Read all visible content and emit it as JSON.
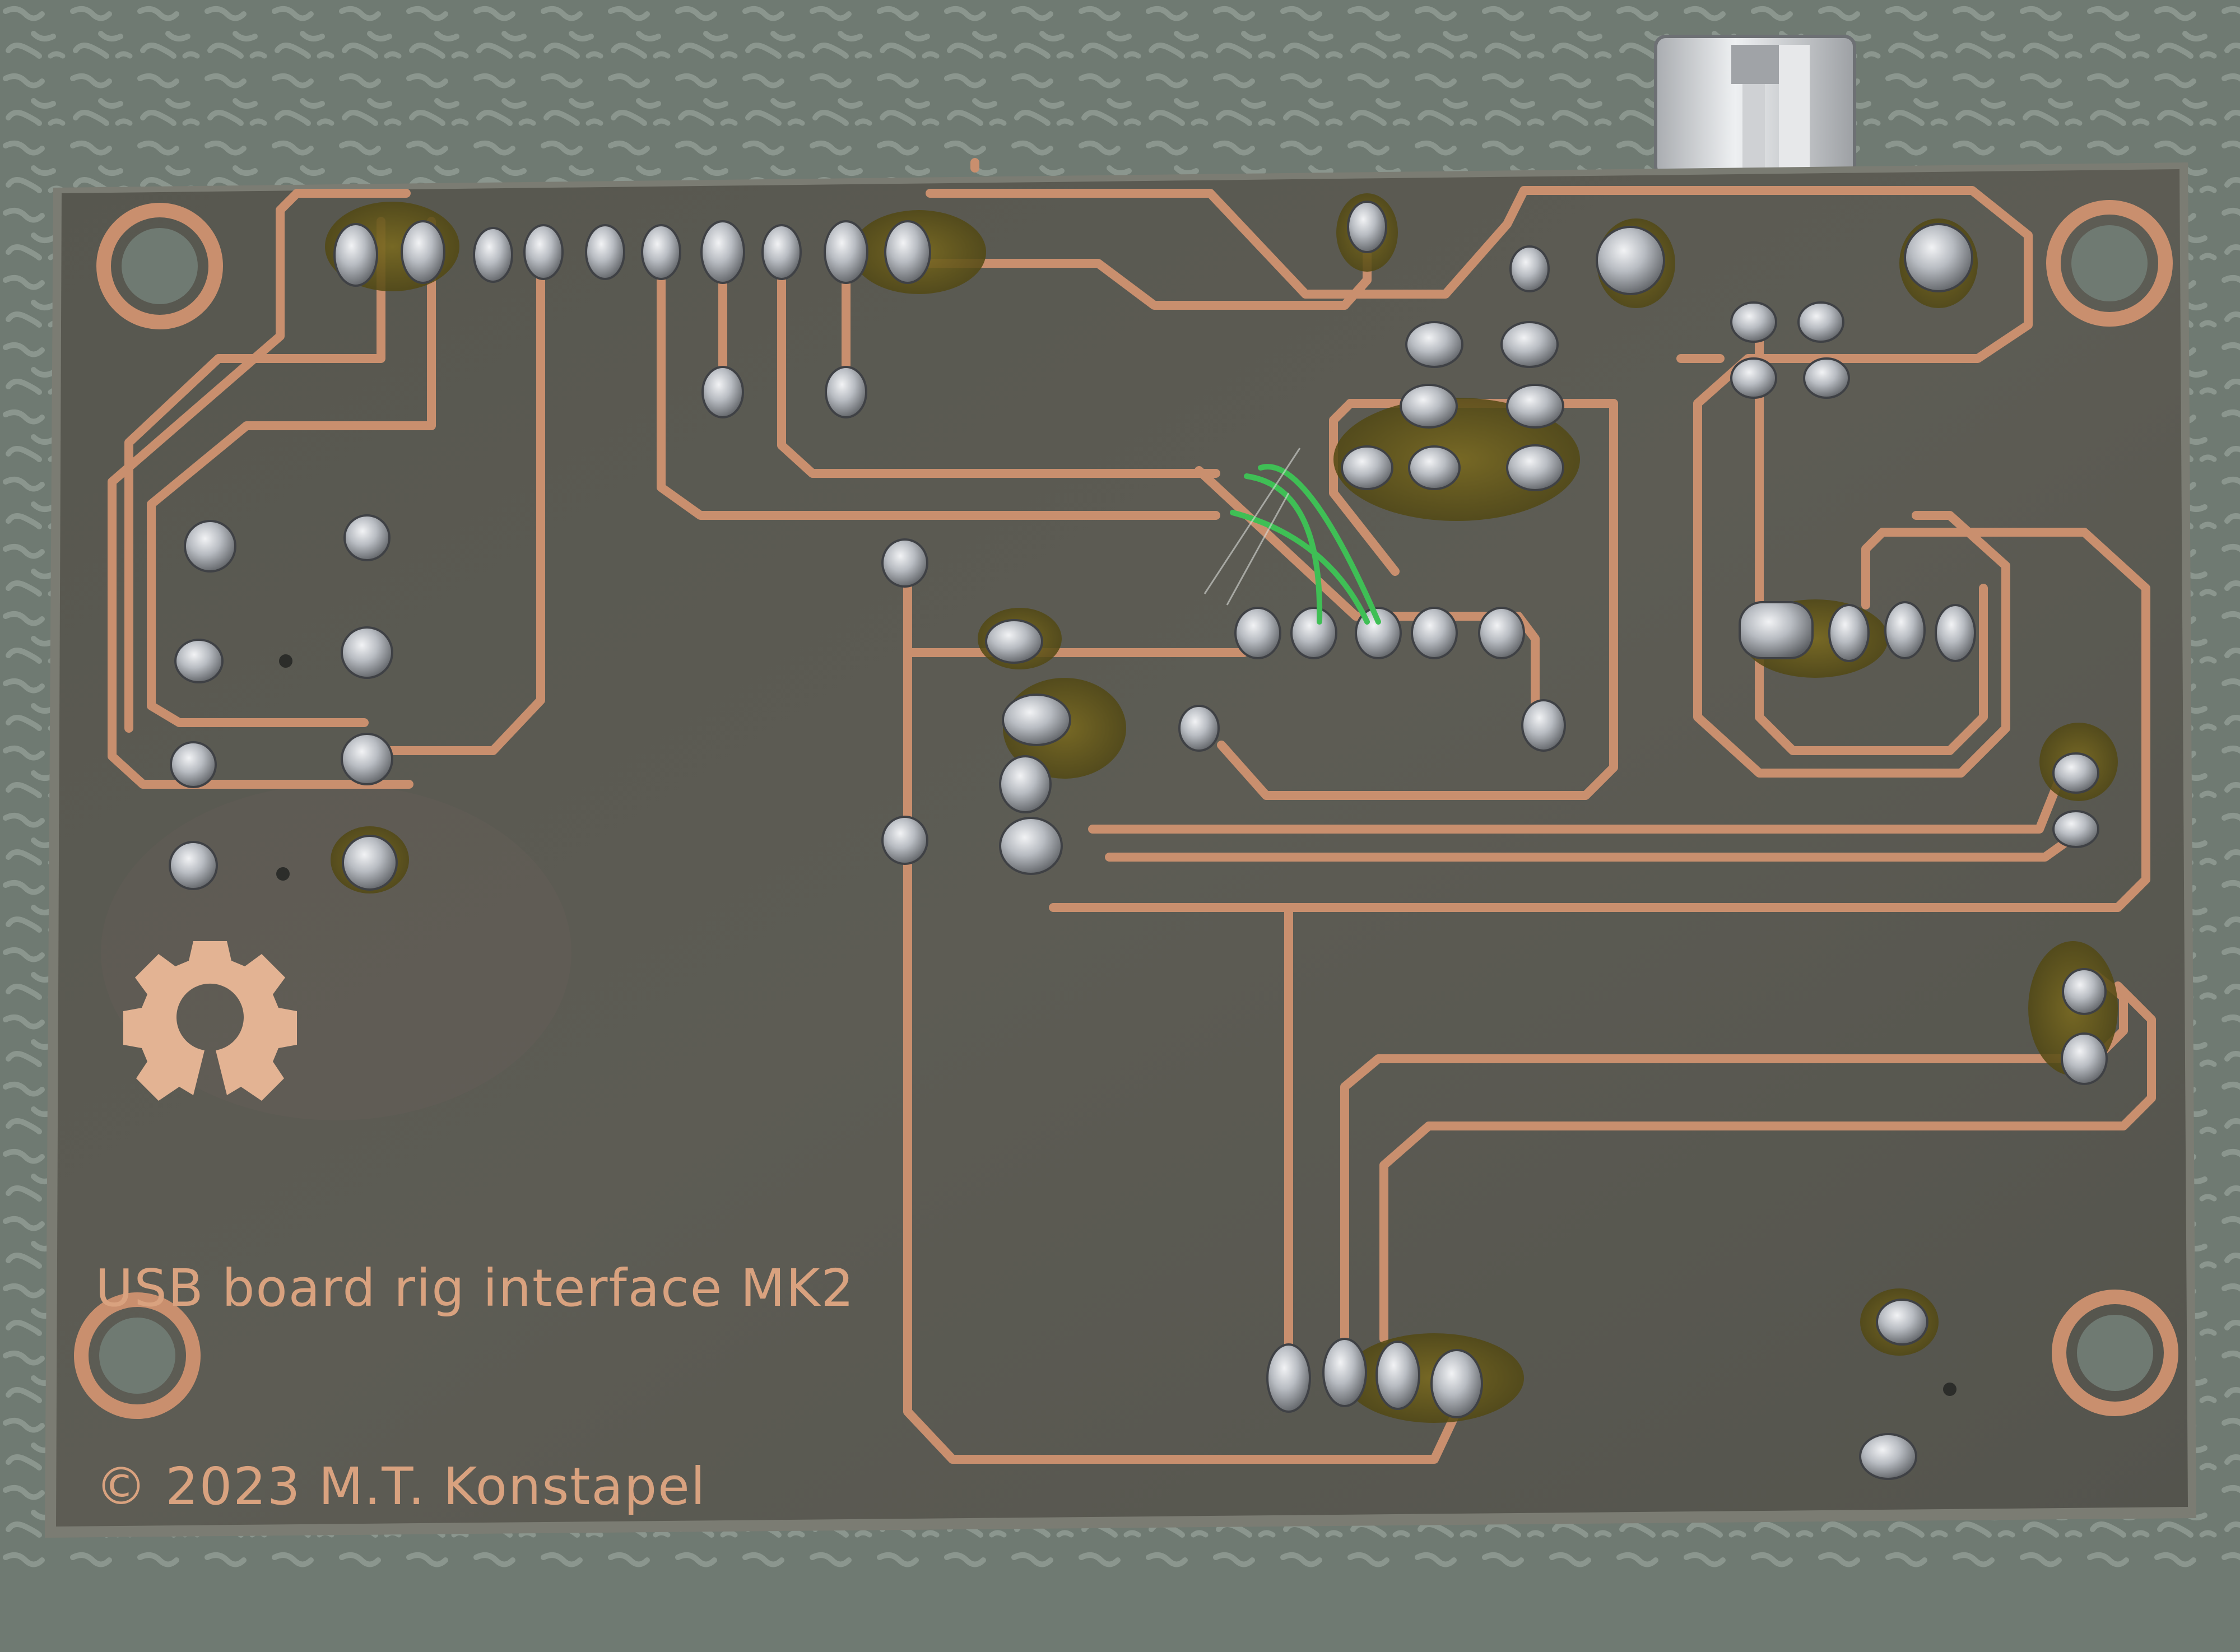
{
  "photo": {
    "subject": "pcb-underside",
    "silkscreen": {
      "line1": "USB board rig interface MK2",
      "line2": "© 2023 M.T. Konstapel"
    },
    "colors": {
      "background_mat": "#6f7a72",
      "mat_pattern": "#8a948c",
      "board_substrate": "#5b5a52",
      "board_edge": "#7b7c73",
      "copper": "#c98f6e",
      "solder": "#c9ccd0",
      "flux": "#6b5a1c",
      "wire": "#3fbf55",
      "usb_shell": "#d7d9dc"
    },
    "icons": [
      "open-hardware-logo-icon"
    ]
  }
}
